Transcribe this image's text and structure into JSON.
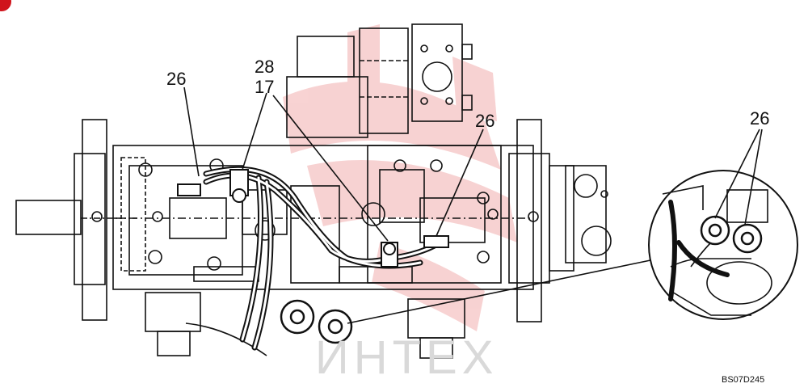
{
  "figure": {
    "code": "BS07D245",
    "watermark": "ИНТЕХ"
  },
  "callouts": [
    {
      "id": "c26a",
      "text": "26"
    },
    {
      "id": "c28",
      "text": "28"
    },
    {
      "id": "c17",
      "text": "17"
    },
    {
      "id": "c26b",
      "text": "26"
    },
    {
      "id": "c26c",
      "text": "26"
    }
  ],
  "colors": {
    "line": "#111111",
    "logo": "#f2b8b8",
    "corner_mark": "#d0141c",
    "watermark": "#d9d9d9"
  }
}
